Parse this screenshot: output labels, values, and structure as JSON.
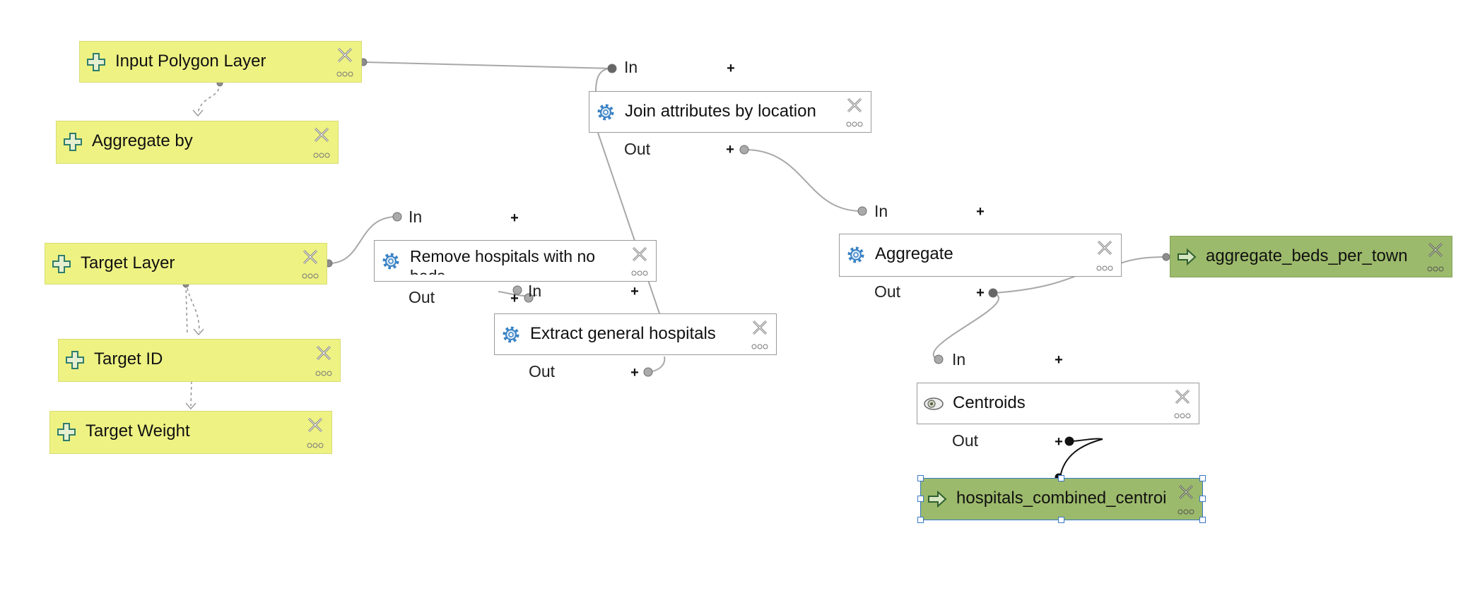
{
  "nodes": {
    "input_polygon_layer": {
      "label": "Input Polygon Layer"
    },
    "aggregate_by": {
      "label": "Aggregate by"
    },
    "target_layer": {
      "label": "Target Layer"
    },
    "target_id": {
      "label": "Target ID"
    },
    "target_weight": {
      "label": "Target Weight"
    },
    "join_attributes": {
      "label": "Join attributes by location",
      "in": "In",
      "out": "Out",
      "plus": "+"
    },
    "remove_hospitals": {
      "label": "Remove hospitals with no beds",
      "in": "In",
      "out": "Out",
      "plus": "+"
    },
    "extract_general": {
      "label": "Extract general hospitals",
      "in": "In",
      "out": "Out",
      "plus": "+"
    },
    "aggregate": {
      "label": "Aggregate",
      "in": "In",
      "out": "Out",
      "plus": "+"
    },
    "centroids": {
      "label": "Centroids",
      "in": "In",
      "out": "Out",
      "plus": "+"
    },
    "aggregate_beds_per_town": {
      "label": "aggregate_beds_per_town"
    },
    "hospitals_combined_centroids": {
      "label": "hospitals_combined_centroi"
    }
  },
  "colors": {
    "input_fill": "#eef283",
    "output_fill": "#9cba6b",
    "algorithm_fill": "#ffffff",
    "selection": "#3a78c4",
    "link": "#a8a8a8"
  },
  "icons": {
    "input": "plus-cross-icon",
    "algorithm": "gear-icon",
    "centroid": "centroid-icon",
    "output": "arrow-right-icon",
    "delete": "close-icon",
    "more": "more-icon"
  }
}
